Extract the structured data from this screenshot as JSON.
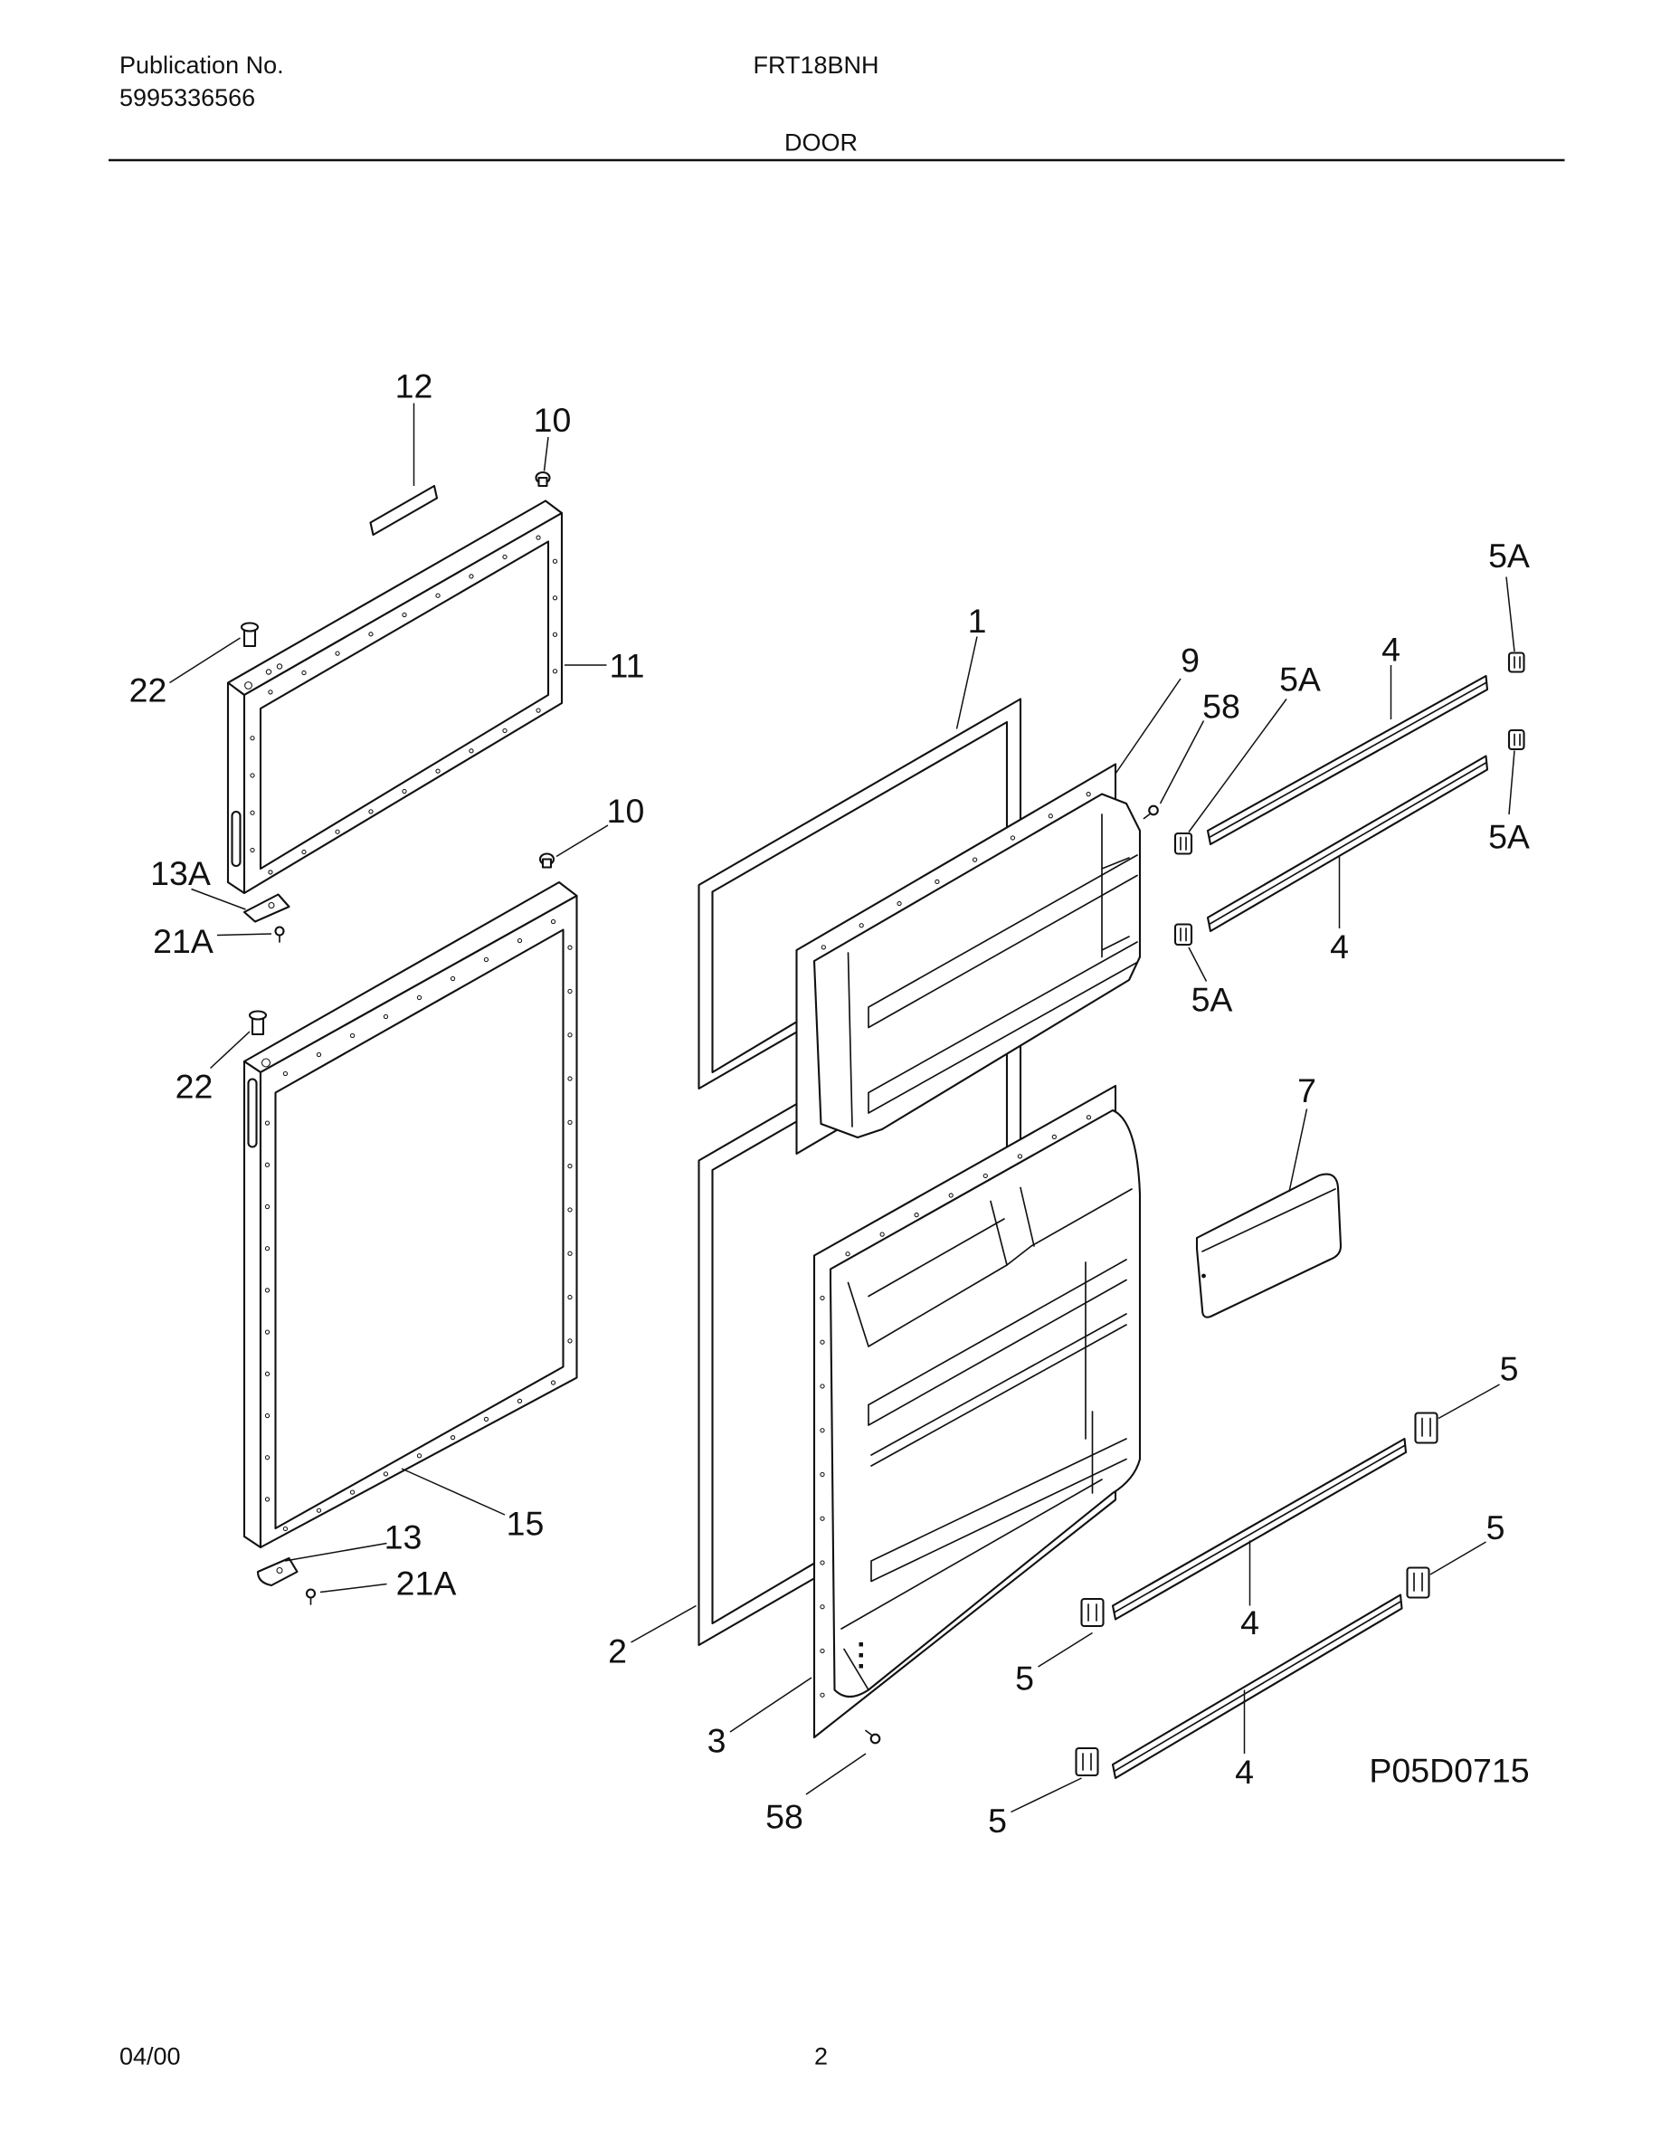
{
  "header": {
    "publication_label": "Publication No.",
    "publication_number": "5995336566",
    "model": "FRT18BNH",
    "section": "DOOR"
  },
  "diagram": {
    "figure_id": "P05D0715",
    "callouts": [
      "12",
      "10",
      "22",
      "11",
      "13A",
      "21A",
      "10",
      "22",
      "15",
      "13",
      "21A",
      "1",
      "9",
      "58",
      "5A",
      "4",
      "5A",
      "5A",
      "4",
      "5A",
      "7",
      "5",
      "5",
      "4",
      "4",
      "2",
      "5",
      "3",
      "58",
      "5"
    ]
  },
  "footer": {
    "date": "04/00",
    "page": "2"
  }
}
